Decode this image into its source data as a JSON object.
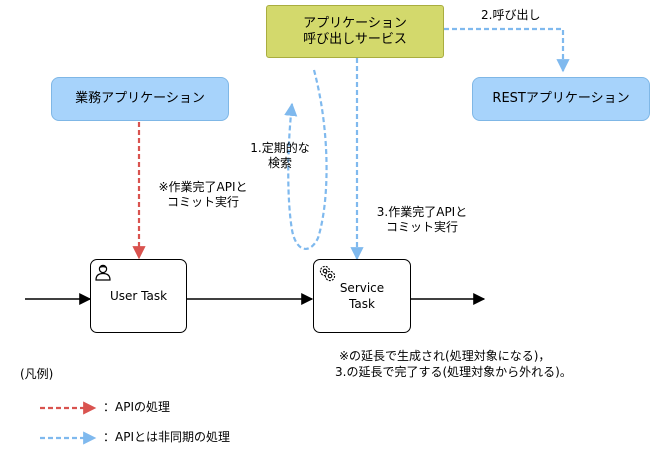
{
  "boxes": {
    "app_call_service": [
      "アプリケーション",
      "呼び出しサービス"
    ],
    "business_app": "業務アプリケーション",
    "rest_app": "RESTアプリケーション",
    "user_task": "User Task",
    "service_task": [
      "Service",
      "Task"
    ]
  },
  "labels": {
    "call_out": "2.呼び出し",
    "periodic_search": [
      "1.定期的な",
      "検索"
    ],
    "complete_api_commit": [
      "※作業完了APIと",
      "コミット実行"
    ],
    "complete_api_commit_3": [
      "3.作業完了APIと",
      "コミット実行"
    ],
    "note": [
      "※の延長で生成され(処理対象になる)，",
      "3.の延長で完了する(処理対象から外れる)。"
    ]
  },
  "legend": {
    "title": "(凡例)",
    "api_processing": "：APIの処理",
    "async_processing": "：APIとは非同期の処理"
  },
  "colors": {
    "red_dashed": "#d9534f",
    "blue_dashed": "#7fb9ee",
    "blue_box": "#a7d3fb",
    "olive_box": "#d3d96c"
  },
  "icons": {
    "user_task": "user-icon",
    "service_task": "gear-icon"
  }
}
